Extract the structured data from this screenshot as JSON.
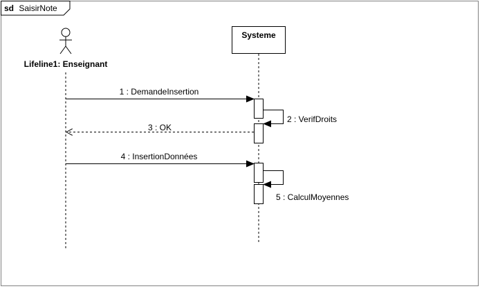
{
  "frame": {
    "keyword": "sd",
    "name": "SaisirNote"
  },
  "actor": {
    "label": "Lifeline1: Enseignant",
    "icon": "stick-figure-icon"
  },
  "participant": {
    "label": "Systeme"
  },
  "messages": [
    {
      "label": "1 : DemandeInsertion",
      "kind": "synchronous",
      "from": "actor",
      "to": "participant"
    },
    {
      "label": "2 : VerifDroits",
      "kind": "self",
      "from": "participant",
      "to": "participant"
    },
    {
      "label": "3 : OK",
      "kind": "return",
      "from": "participant",
      "to": "actor"
    },
    {
      "label": "4 : InsertionDonnées",
      "kind": "synchronous",
      "from": "actor",
      "to": "participant"
    },
    {
      "label": "5 : CalculMoyennes",
      "kind": "self",
      "from": "participant",
      "to": "participant"
    }
  ],
  "colors": {
    "line": "#000000",
    "frame_border": "#808080",
    "background": "#ffffff"
  }
}
